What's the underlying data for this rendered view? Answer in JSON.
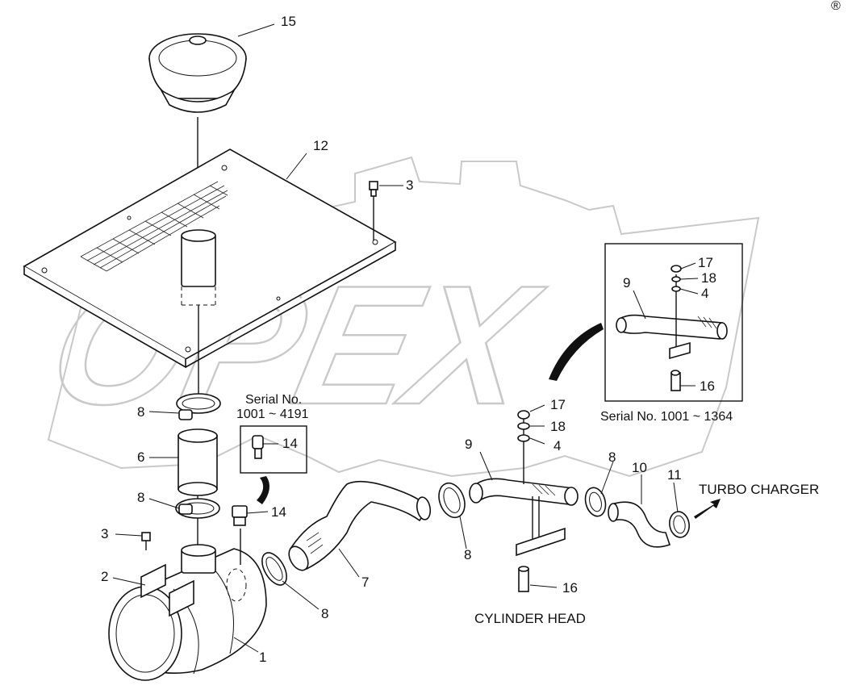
{
  "watermark": "OPEX",
  "corner_mark": "®",
  "labels": {
    "p15": "15",
    "p12": "12",
    "p3a": "3",
    "p3b": "3",
    "p2": "2",
    "p1": "1",
    "p6": "6",
    "p8a": "8",
    "p8b": "8",
    "p8c": "8",
    "p8d": "8",
    "p8e": "8",
    "p14a": "14",
    "p14b": "14",
    "p7": "7",
    "p9a": "9",
    "p9b": "9",
    "p10": "10",
    "p11": "11",
    "p16a": "16",
    "p16b": "16",
    "p17a": "17",
    "p17b": "17",
    "p18a": "18",
    "p18b": "18",
    "p4a": "4",
    "p4b": "4"
  },
  "notes": {
    "serial_a_line1": "Serial No.",
    "serial_a_line2": "1001 ~ 4191",
    "serial_b": "Serial No. 1001 ~ 1364",
    "turbo": "TURBO CHARGER",
    "cylinder": "CYLINDER HEAD"
  }
}
